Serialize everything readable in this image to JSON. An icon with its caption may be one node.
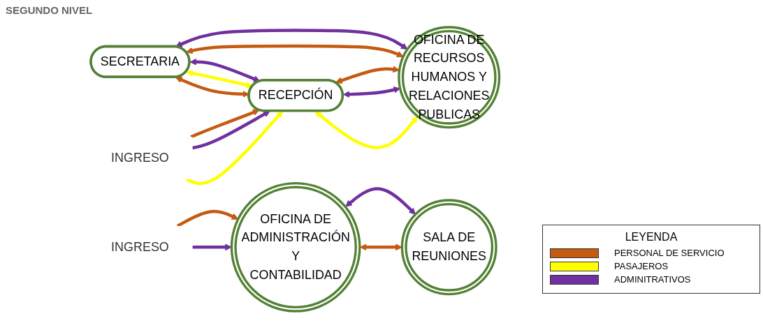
{
  "diagram": {
    "title": "SEGUNDO NIVEL",
    "nodes": [
      {
        "text": [
          "SECRETARIA"
        ]
      },
      {
        "text": [
          "OFICINA DE RECURSOS HUMANOS Y RELACIONES PUBLICAS"
        ]
      },
      {
        "text": [
          "RECEPCIÓN"
        ]
      },
      {
        "text": [
          "OFICINA DE ADMINISTRACIÓN Y CONTABILIDAD"
        ]
      },
      {
        "text": [
          "SALA DE REUNIONES"
        ]
      },
      {
        "text": [
          "INGRESO"
        ]
      },
      {
        "text": [
          "INGRESO"
        ]
      }
    ],
    "edges": [
      {
        "from": 0,
        "to": 1,
        "arrow": "both",
        "color": "#7030a0"
      },
      {
        "from": 0,
        "to": 1,
        "arrow": "both",
        "color": "#c55a11"
      },
      {
        "from": 0,
        "to": 2,
        "arrow": "both",
        "color": "#7030a0"
      },
      {
        "from": 0,
        "to": 2,
        "arrow": "both",
        "color": "#ffff00"
      },
      {
        "from": 0,
        "to": 2,
        "arrow": "both",
        "color": "#c55a11"
      },
      {
        "from": 2,
        "to": 1,
        "arrow": "both",
        "color": "#c55a11"
      },
      {
        "from": 2,
        "to": 1,
        "arrow": "both",
        "color": "#7030a0"
      },
      {
        "from": 2,
        "to": 1,
        "arrow": "both",
        "color": "#ffff00"
      },
      {
        "from": 3,
        "to": 4,
        "arrow": "both",
        "color": "#7030a0"
      },
      {
        "from": 3,
        "to": 4,
        "arrow": "both",
        "color": "#c55a11"
      },
      {
        "from": 5,
        "to": 2,
        "arrow": "to",
        "color": "#c55a11"
      },
      {
        "from": 5,
        "to": 2,
        "arrow": "to",
        "color": "#7030a0"
      },
      {
        "from": 5,
        "to": 2,
        "arrow": "to",
        "color": "#ffff00"
      },
      {
        "from": 6,
        "to": 3,
        "arrow": "to",
        "color": "#c55a11"
      },
      {
        "from": 6,
        "to": 3,
        "arrow": "to",
        "color": "#7030a0"
      }
    ],
    "labels": [
      "LEYENDA"
    ],
    "legend": [
      {
        "text": "PERSONAL DE SERVICIO",
        "color": "#c55a11"
      },
      {
        "text": "PASAJEROS",
        "color": "#ffff00"
      },
      {
        "text": "ADMINITRATIVOS",
        "color": "#7030a0"
      }
    ]
  }
}
